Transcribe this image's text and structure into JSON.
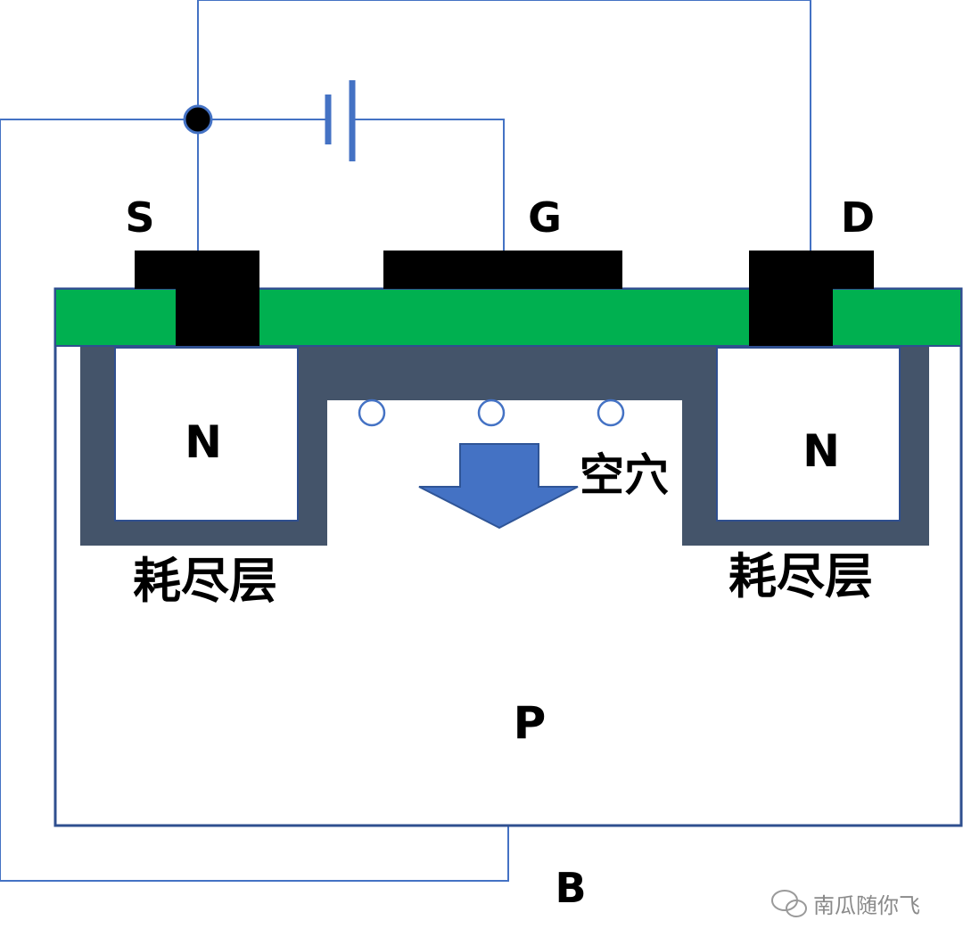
{
  "terminals": {
    "source": "S",
    "gate": "G",
    "drain": "D",
    "body": "B"
  },
  "regions": {
    "n_left": "N",
    "n_right": "N",
    "substrate": "P",
    "depletion_left": "耗尽层",
    "depletion_right": "耗尽层",
    "holes": "空穴"
  },
  "watermark": "南瓜随你飞",
  "colors": {
    "wire": "#4472c4",
    "oxide": "#00b050",
    "metal": "#000000",
    "depletion": "#44546a",
    "arrow": "#4472c4",
    "substrate_border": "#2f4f8f"
  }
}
